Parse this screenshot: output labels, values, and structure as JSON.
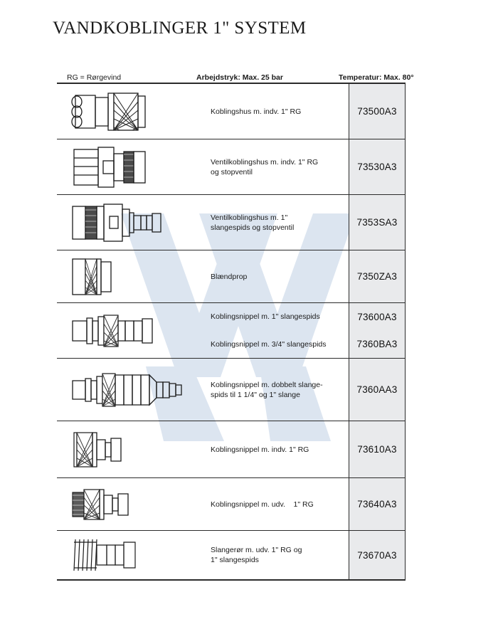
{
  "document": {
    "title": "VANDKOBLINGER 1\" SYSTEM"
  },
  "header": {
    "legend": "RG = Rørgevind",
    "pressure": "Arbejdstryk: Max. 25 bar",
    "temperature": "Temperatur: Max. 80°"
  },
  "colors": {
    "code_cell_background": "#e9eaec",
    "watermark": "#dde6f1",
    "rule": "#2b2b2b",
    "text": "#1b1b1b"
  },
  "table": {
    "rows": [
      {
        "drawing": "coupling-housing-female-thread",
        "description_lines": [
          "Koblingshus m. indv. 1\" RG"
        ],
        "codes": [
          "73500A3"
        ]
      },
      {
        "drawing": "valve-coupling-housing-female-thread",
        "description_lines": [
          "Ventilkoblingshus m. indv. 1\" RG",
          "og stopventil"
        ],
        "codes": [
          "73530A3"
        ]
      },
      {
        "drawing": "valve-coupling-housing-hose-tail",
        "description_lines": [
          "Ventilkoblingshus m. 1\"",
          "slangespids og stopventil"
        ],
        "codes": [
          "7353SA3"
        ]
      },
      {
        "drawing": "blanking-plug",
        "description_lines": [
          "Blændprop"
        ],
        "codes": [
          "7350ZA3"
        ]
      },
      {
        "drawing": "coupling-nipple-hose-tail",
        "description_lines": [
          "Koblingsnippel m. 1\" slangespids",
          "Koblingsnippel m. 3/4\" slangespids"
        ],
        "codes": [
          "73600A3",
          "7360BA3"
        ]
      },
      {
        "drawing": "coupling-nipple-double-hose-tail",
        "description_lines": [
          "Koblingsnippel m. dobbelt slange-",
          "spids til 1 1/4\" og 1\" slange"
        ],
        "codes": [
          "7360AA3"
        ]
      },
      {
        "drawing": "coupling-nipple-female-thread",
        "description_lines": [
          "Koblingsnippel m. indv. 1\" RG"
        ],
        "codes": [
          "73610A3"
        ]
      },
      {
        "drawing": "coupling-nipple-male-thread",
        "description_lines": [
          "Koblingsnippel m. udv.    1\" RG"
        ],
        "codes": [
          "73640A3"
        ]
      },
      {
        "drawing": "hose-pipe-male-thread-hose-tail",
        "description_lines": [
          "Slangerør m. udv. 1\" RG og",
          "1\" slangespids"
        ],
        "codes": [
          "73670A3"
        ]
      }
    ]
  }
}
